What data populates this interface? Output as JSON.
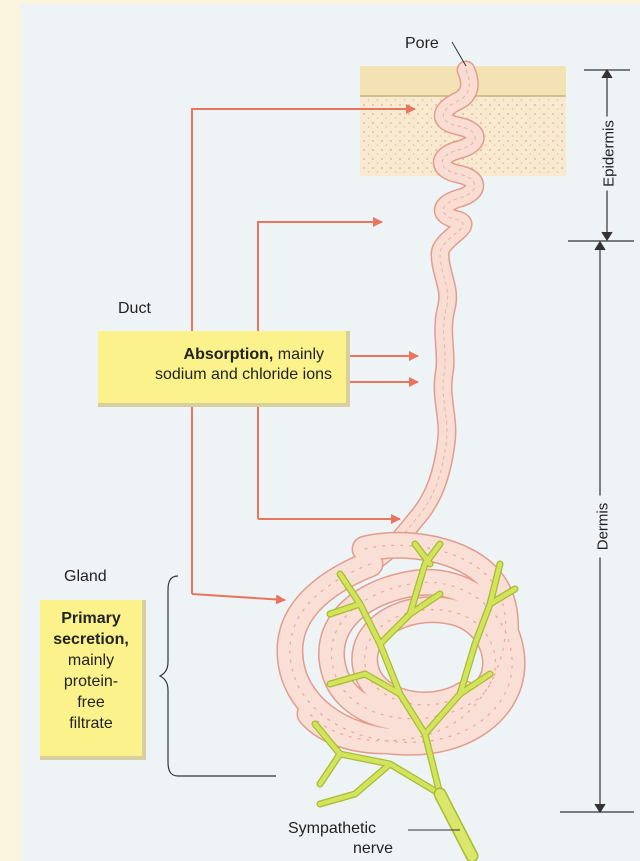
{
  "labels": {
    "pore": "Pore",
    "duct": "Duct",
    "gland": "Gland",
    "nerve_line1": "Sympathetic",
    "nerve_line2": "nerve",
    "epidermis": "Epidermis",
    "dermis": "Dermis"
  },
  "absorption_box": {
    "bold": "Absorption,",
    "rest_line1": " mainly",
    "line2": "sodium and chloride ions"
  },
  "secretion_box": {
    "bold_line1": "Primary",
    "bold_line2": "secretion,",
    "line3": "mainly",
    "line4": "protein-",
    "line5": "free",
    "line6": "filtrate"
  },
  "colors": {
    "background": "#eef4f6",
    "arrow": "#e8755e",
    "duct": "#f7cfc2",
    "nerve": "#c6d94a",
    "label_box": "#fbf28c",
    "epidermis": "#f3e2b4"
  }
}
